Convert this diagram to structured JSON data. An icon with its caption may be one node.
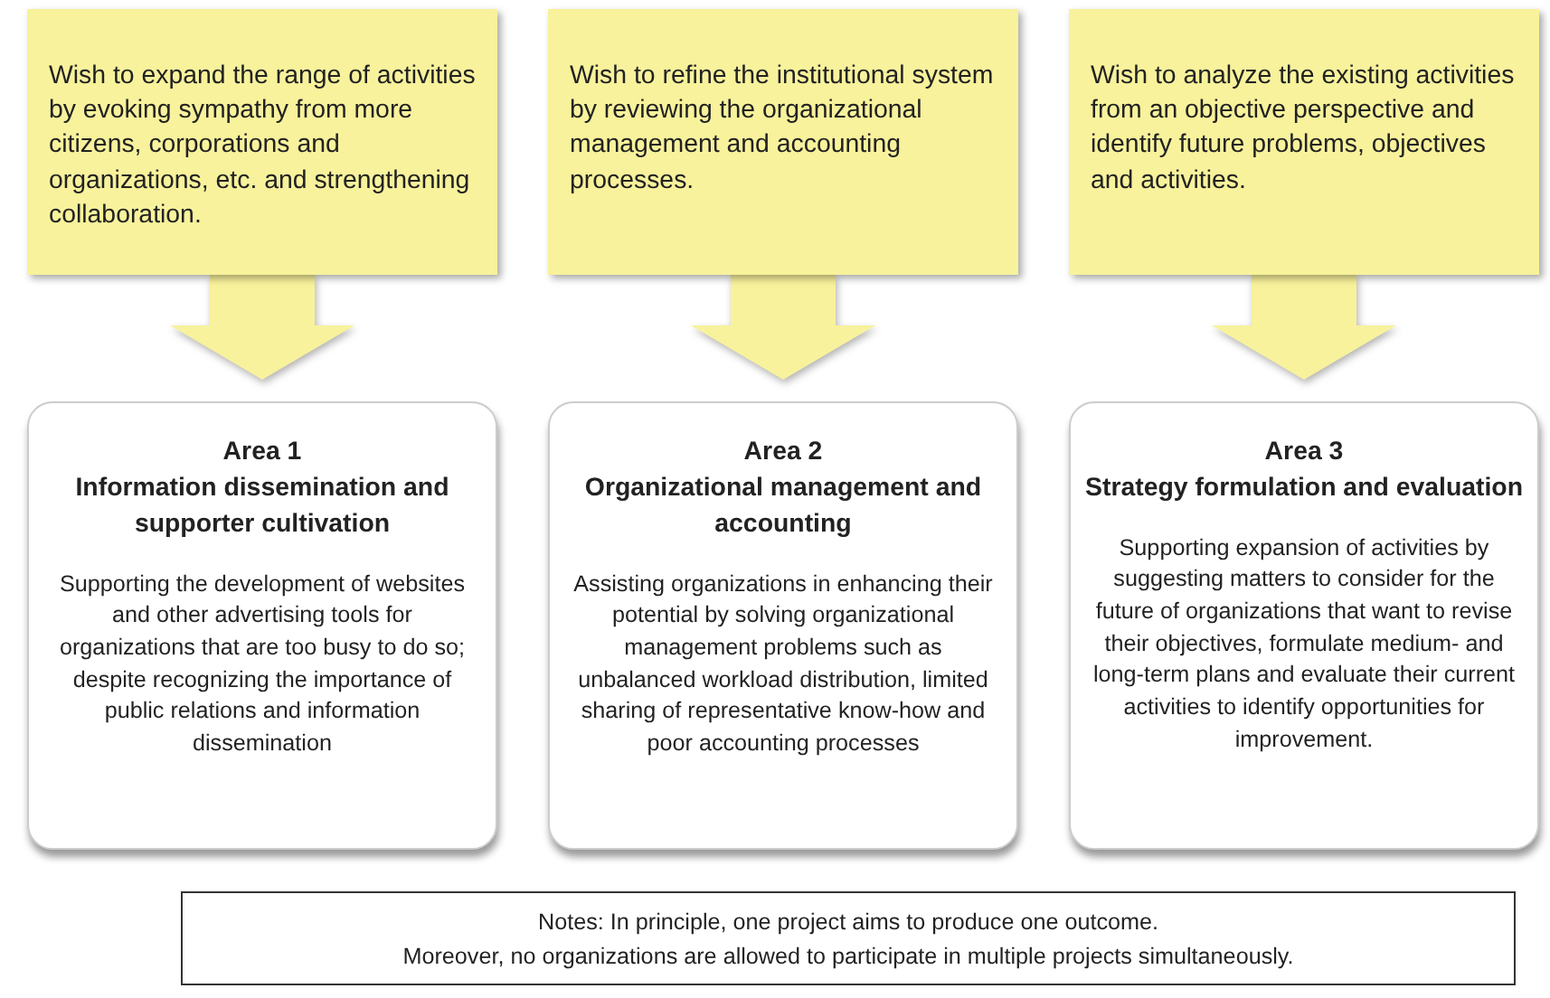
{
  "diagram": {
    "nodes": [
      {
        "text": [
          "Wish to expand the range of activities by evoking sympathy from more citizens, corporations and organizations, etc. and strengthening collaboration."
        ]
      },
      {
        "text": [
          "Wish to refine the institutional system by reviewing the organizational management and accounting processes."
        ]
      },
      {
        "text": [
          "Wish to analyze the existing activities from an objective perspective and identify future problems, objectives and activities."
        ]
      },
      {
        "text": [
          "Area 1",
          "Information dissemination and supporter cultivation",
          "Supporting the development of websites and other advertising tools for organizations that are too busy to do so; despite recognizing the importance of public relations and information dissemination"
        ]
      },
      {
        "text": [
          "Area 2",
          "Organizational management and accounting",
          "Assisting organizations in enhancing their potential by solving organizational management problems such as unbalanced workload distribution, limited sharing of representative know-how and poor accounting processes"
        ]
      },
      {
        "text": [
          "Area 3",
          "Strategy formulation and evaluation",
          "Supporting expansion of activities by suggesting matters to consider for the future of organizations that want to revise their objectives, formulate medium- and long-term plans and evaluate their current activities to identify opportunities for improvement."
        ]
      },
      {
        "text": [
          "Notes: In principle, one project aims to produce one outcome.",
          "Moreover, no organizations are allowed to participate in multiple projects simultaneously."
        ]
      }
    ],
    "edges": [
      {
        "from": 0,
        "to": 3,
        "arrow": "to"
      },
      {
        "from": 1,
        "to": 4,
        "arrow": "to"
      },
      {
        "from": 2,
        "to": 5,
        "arrow": "to"
      }
    ]
  }
}
